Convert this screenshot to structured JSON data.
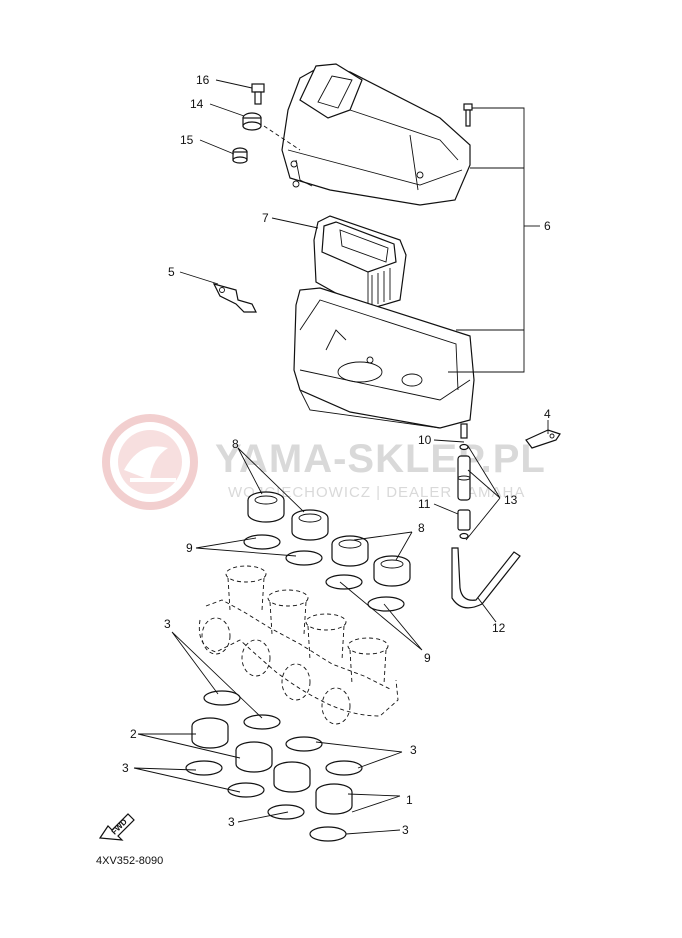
{
  "watermark": {
    "brand": "YAMA-SKLEP.PL",
    "subtitle": "WOJCIECHOWICZ | DEALER YAMAHA"
  },
  "drawing_code": "4XV352-8090",
  "fwd_label": "FWD",
  "callouts": {
    "c16": "16",
    "c14": "14",
    "c15": "15",
    "c7": "7",
    "c6": "6",
    "c5": "5",
    "c4": "4",
    "c8a": "8",
    "c8b": "8",
    "c10": "10",
    "c13": "13",
    "c11": "11",
    "c9a": "9",
    "c9b": "9",
    "c12": "12",
    "c3a": "3",
    "c2": "2",
    "c3b": "3",
    "c3c": "3",
    "c1": "1",
    "c3d": "3",
    "c3e": "3"
  },
  "colors": {
    "line": "#111111",
    "watermark": "#d9d9d9",
    "logo": "#e8b4b4"
  }
}
